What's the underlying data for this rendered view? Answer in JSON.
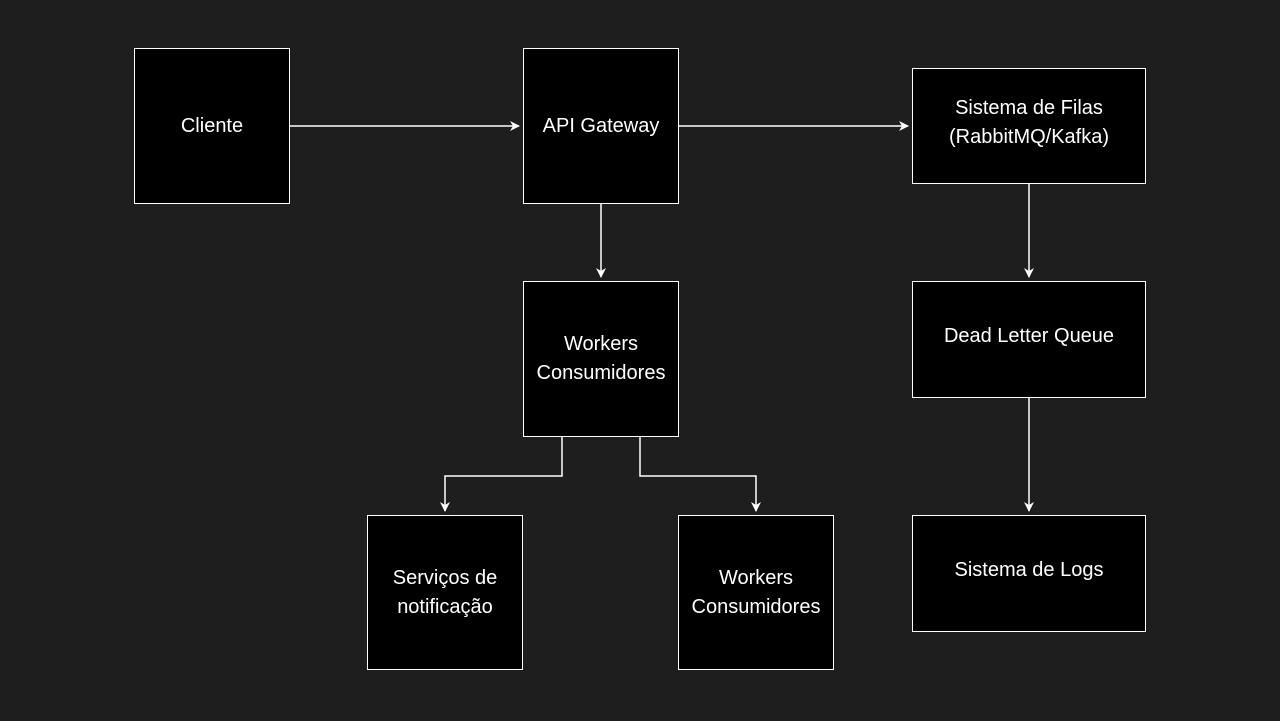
{
  "diagram": {
    "nodes": {
      "cliente": "Cliente",
      "gateway": "API Gateway",
      "filas": "Sistema de Filas\n(RabbitMQ/Kafka)",
      "workers1": "Workers\nConsumidores",
      "dlq": "Dead Letter Queue",
      "servicos": "Serviços de\nnotificação",
      "workers2": "Workers\nConsumidores",
      "logs": "Sistema de Logs"
    },
    "colors": {
      "background": "#1e1e1e",
      "node_fill": "#000000",
      "stroke": "#ffffff",
      "text": "#ffffff"
    }
  }
}
